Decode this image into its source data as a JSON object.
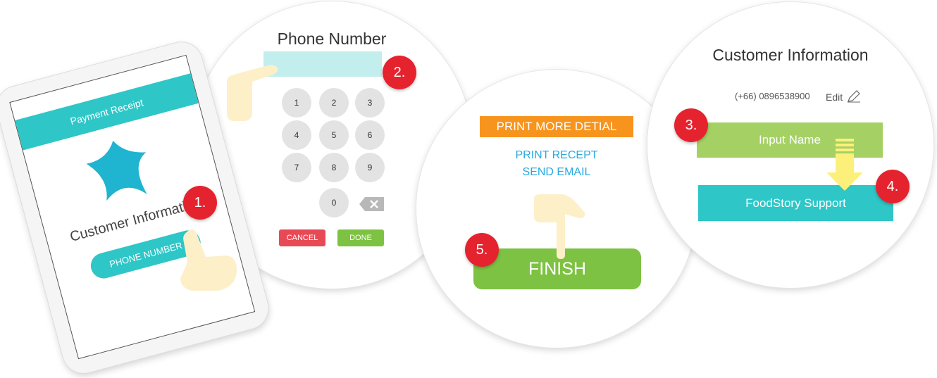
{
  "tablet": {
    "header": "Payment Receipt",
    "title": "Customer Information",
    "button": "PHONE NUMBER",
    "step": "1."
  },
  "keypad": {
    "title": "Phone Number",
    "step": "2.",
    "keys": [
      "1",
      "2",
      "3",
      "4",
      "5",
      "6",
      "7",
      "8",
      "9",
      "0"
    ],
    "cancel": "CANCEL",
    "done": "DONE",
    "backspace_icon": "backspace-icon"
  },
  "print": {
    "print_more": "PRINT MORE DETIAL",
    "print_receipt": "PRINT RECEPT",
    "send_email": "SEND EMAIL",
    "finish": "FINISH",
    "step": "5."
  },
  "customer": {
    "title": "Customer Information",
    "phone": "(+66) 0896538900",
    "edit": "Edit",
    "input_name": "Input Name",
    "support": "FoodStory Support",
    "step_input": "3.",
    "step_support": "4."
  },
  "colors": {
    "teal": "#2ec6c7",
    "green": "#7dc242",
    "light_green": "#a5d164",
    "orange": "#f7941d",
    "red": "#e4232f",
    "link_blue": "#27a9df",
    "hand": "#fdefc8"
  }
}
